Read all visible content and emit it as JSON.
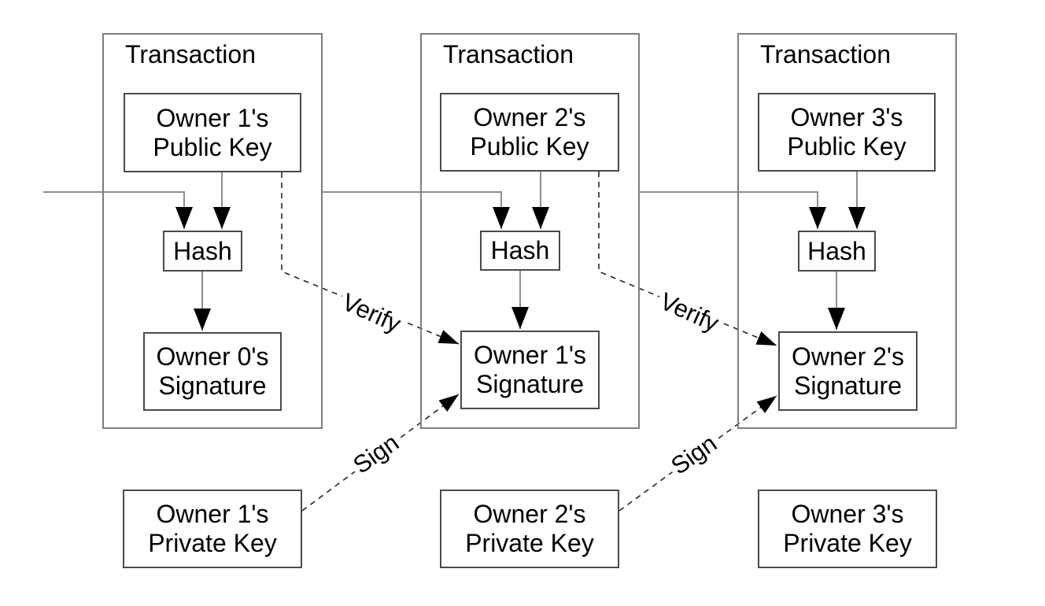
{
  "diagram": {
    "transactions": [
      {
        "title": "Transaction",
        "public_key": {
          "line1": "Owner 1's",
          "line2": "Public Key"
        },
        "hash_label": "Hash",
        "signature": {
          "line1": "Owner 0's",
          "line2": "Signature"
        }
      },
      {
        "title": "Transaction",
        "public_key": {
          "line1": "Owner 2's",
          "line2": "Public Key"
        },
        "hash_label": "Hash",
        "signature": {
          "line1": "Owner 1's",
          "line2": "Signature"
        }
      },
      {
        "title": "Transaction",
        "public_key": {
          "line1": "Owner 3's",
          "line2": "Public Key"
        },
        "hash_label": "Hash",
        "signature": {
          "line1": "Owner 2's",
          "line2": "Signature"
        }
      }
    ],
    "private_keys": [
      {
        "line1": "Owner 1's",
        "line2": "Private Key"
      },
      {
        "line1": "Owner 2's",
        "line2": "Private Key"
      },
      {
        "line1": "Owner 3's",
        "line2": "Private Key"
      }
    ],
    "edge_labels": {
      "verify": "Verify",
      "sign": "Sign"
    },
    "colors": {
      "background": "#ffffff",
      "outer_box_border": "#7e7e7e",
      "inner_box_border": "#4a4a4a",
      "solid_connector": "#8f8f8f",
      "dashed_connector": "#262626",
      "arrowhead": "#000000",
      "text": "#000000"
    }
  }
}
